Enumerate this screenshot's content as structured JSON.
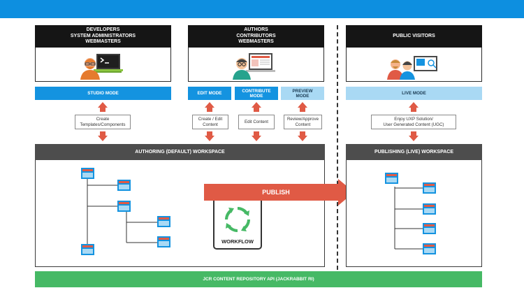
{
  "colors": {
    "accent_blue": "#1493e0",
    "arrow_red": "#e05a45",
    "jcr_green": "#46b965",
    "light_blue": "#a9d9f4"
  },
  "roles": {
    "developers": [
      "DEVELOPERS",
      "SYSTEM ADMINISTRATORS",
      "WEBMASTERS"
    ],
    "authors": [
      "AUTHORS",
      "CONTRIBUTORS",
      "WEBMASTERS"
    ],
    "public": [
      "PUBLIC VISITORS"
    ]
  },
  "modes": {
    "studio": "STUDIO MODE",
    "edit": "EDIT MODE",
    "contribute": [
      "CONTRIBUTE",
      "MODE"
    ],
    "preview": [
      "PREVIEW",
      "MODE"
    ],
    "live": "LIVE MODE"
  },
  "actions": {
    "templates": [
      "Create",
      "Templates/Components"
    ],
    "edit_content": [
      "Create / Edit",
      "Content"
    ],
    "edit": "Edit Content",
    "review": [
      "Review/Approve",
      "Content"
    ],
    "enjoy": [
      "Enjoy UXP Solution/",
      "User Generated Content (UGC)"
    ]
  },
  "workspaces": {
    "authoring": "AUTHORING (DEFAULT) WORKSPACE",
    "publishing": "PUBLISHING (LIVE) WORKSPACE"
  },
  "publish_label": "PUBLISH",
  "workflow_label": "WORKFLOW",
  "jcr_label": "JCR CONTENT REPOSITORY API (JACKRABBIT RI)"
}
